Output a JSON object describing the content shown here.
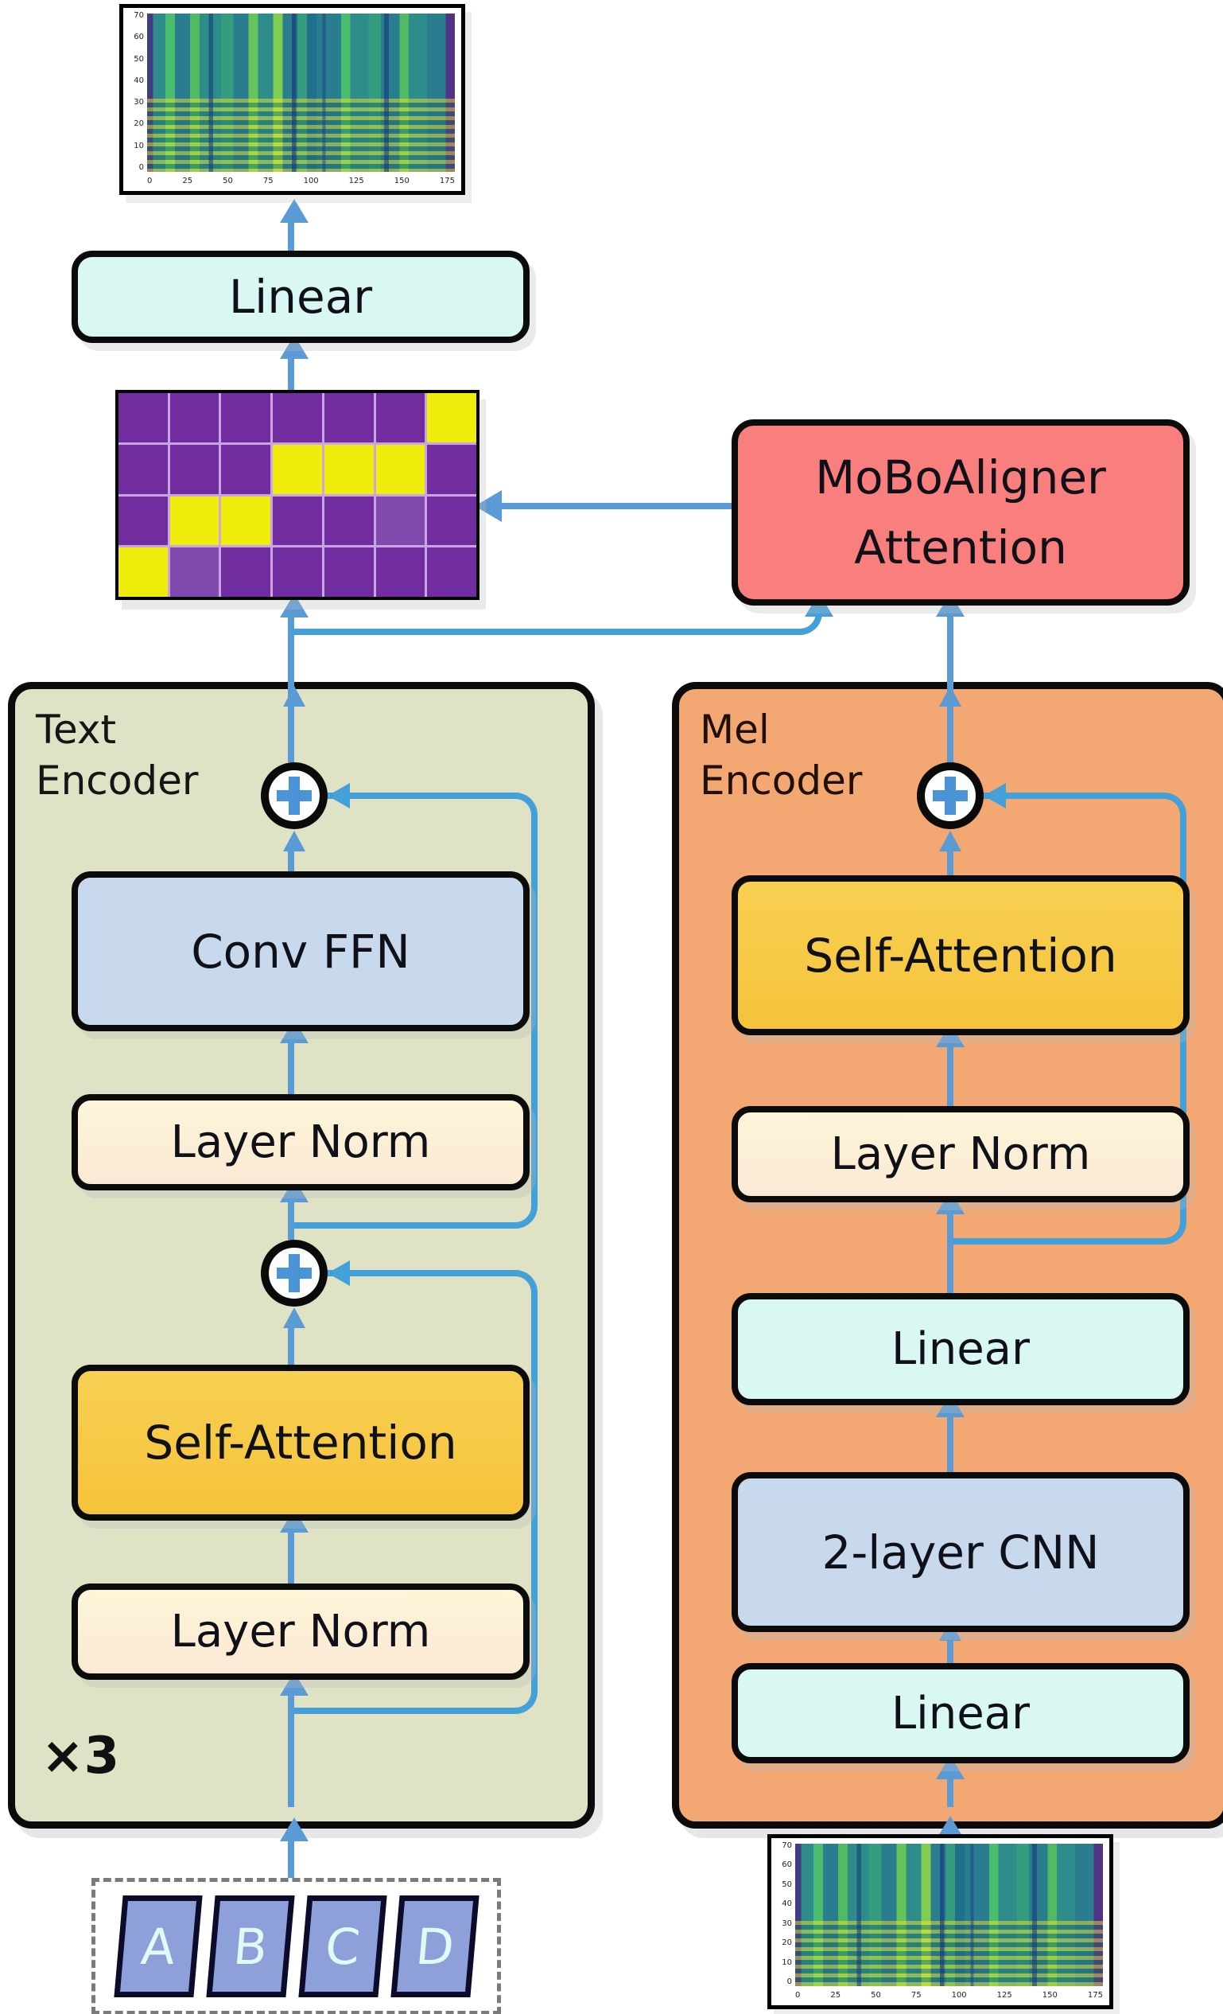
{
  "figure": {
    "output_spectrogram": {
      "y_ticks": [
        "70",
        "60",
        "50",
        "40",
        "30",
        "20",
        "10",
        "0"
      ],
      "x_ticks": [
        "0",
        "25",
        "50",
        "75",
        "100",
        "125",
        "150",
        "175"
      ]
    },
    "input_spectrogram": {
      "y_ticks": [
        "70",
        "60",
        "50",
        "40",
        "30",
        "20",
        "10",
        "0"
      ],
      "x_ticks": [
        "0",
        "25",
        "50",
        "75",
        "100",
        "125",
        "150",
        "175"
      ]
    },
    "linear_out": {
      "label": "Linear"
    },
    "alignment_matrix": {
      "rows": 4,
      "cols": 7,
      "yellow_cells": [
        [
          0,
          6
        ],
        [
          1,
          3
        ],
        [
          1,
          4
        ],
        [
          1,
          5
        ],
        [
          2,
          1
        ],
        [
          2,
          2
        ],
        [
          3,
          0
        ]
      ],
      "light_cells": [
        [
          2,
          5
        ],
        [
          3,
          1
        ]
      ]
    },
    "moboaligner": {
      "lines": [
        "MoBoAligner",
        "Attention"
      ]
    },
    "text_encoder": {
      "title_lines": [
        "Text",
        "Encoder"
      ],
      "repeat_label": "×3",
      "conv_ffn": "Conv FFN",
      "layer_norm_top": "Layer Norm",
      "self_attention": "Self-Attention",
      "layer_norm_bottom": "Layer Norm"
    },
    "mel_encoder": {
      "title_lines": [
        "Mel",
        "Encoder"
      ],
      "self_attention": "Self-Attention",
      "layer_norm": "Layer Norm",
      "linear_top": "Linear",
      "cnn": "2-layer CNN",
      "linear_bottom": "Linear"
    },
    "input_tokens": [
      "A",
      "B",
      "C",
      "D"
    ],
    "colors": {
      "arrow": "#5B9BD5",
      "skip": "#44A0D8",
      "text_encoder_bg": "#DFE2C5",
      "mel_encoder_bg": "#F3A873",
      "moboaligner_bg": "#F97E7E",
      "linear_bg": "#D9F7F3",
      "ffn_cnn_bg": "#C8D9EE",
      "layer_norm_bg": "#FDF5D9",
      "self_attention_bg": "#F7CB45",
      "matrix_purple": "#712CA0",
      "matrix_yellow": "#F0EC0C",
      "token_bg": "#8DA0DA"
    }
  }
}
